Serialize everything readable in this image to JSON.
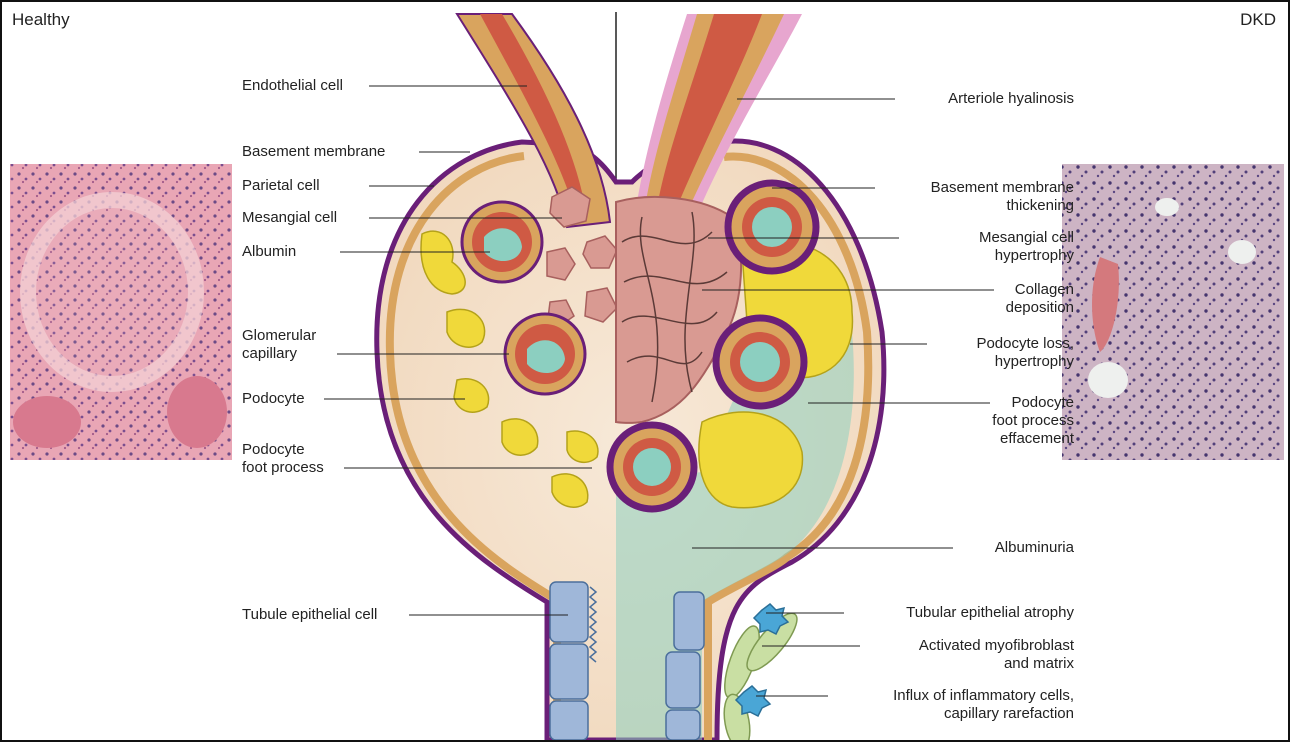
{
  "corners": {
    "left": "Healthy",
    "right": "DKD"
  },
  "labels_left": [
    {
      "id": "endothelial",
      "text": "Endothelial cell"
    },
    {
      "id": "basement",
      "text": "Basement membrane"
    },
    {
      "id": "parietal",
      "text": "Parietal cell"
    },
    {
      "id": "mesangial",
      "text": "Mesangial cell"
    },
    {
      "id": "albumin",
      "text": "Albumin"
    },
    {
      "id": "glom1",
      "text": "Glomerular"
    },
    {
      "id": "glom2",
      "text": "capillary"
    },
    {
      "id": "podocyte",
      "text": "Podocyte"
    },
    {
      "id": "foot1",
      "text": "Podocyte"
    },
    {
      "id": "foot2",
      "text": "foot process"
    },
    {
      "id": "tubule",
      "text": "Tubule epithelial cell"
    }
  ],
  "labels_right": [
    {
      "id": "arteriole",
      "text": "Arteriole hyalinosis"
    },
    {
      "id": "bmt1",
      "text": "Basement membrane"
    },
    {
      "id": "bmt2",
      "text": "thickening"
    },
    {
      "id": "mch1",
      "text": "Mesangial cell"
    },
    {
      "id": "mch2",
      "text": "hypertrophy"
    },
    {
      "id": "col1",
      "text": "Collagen"
    },
    {
      "id": "col2",
      "text": "deposition"
    },
    {
      "id": "pl1",
      "text": "Podocyte loss,"
    },
    {
      "id": "pl2",
      "text": "hypertrophy"
    },
    {
      "id": "pfe1",
      "text": "Podocyte"
    },
    {
      "id": "pfe2",
      "text": "foot process"
    },
    {
      "id": "pfe3",
      "text": "effacement"
    },
    {
      "id": "albuminuria",
      "text": "Albuminuria"
    },
    {
      "id": "tea",
      "text": "Tubular epithelial atrophy"
    },
    {
      "id": "am1",
      "text": "Activated myofibroblast"
    },
    {
      "id": "am2",
      "text": "and matrix"
    },
    {
      "id": "inf1",
      "text": "Influx of inflammatory cells,"
    },
    {
      "id": "inf2",
      "text": "capillary rarefaction"
    }
  ],
  "colors": {
    "capsule_purple": "#6a1f78",
    "parietal_tan": "#d9a45e",
    "lumen_red": "#cf5a44",
    "mesangial_pink": "#d99a92",
    "podocyte_yellow": "#f0d93a",
    "albumin_teal": "#8ccfc0",
    "hyalin_pink": "#e7a6cf",
    "tubule_blue": "#9fb7d9",
    "fibroblast_green": "#c9dfa3",
    "immune_blue": "#4aa6d6"
  }
}
